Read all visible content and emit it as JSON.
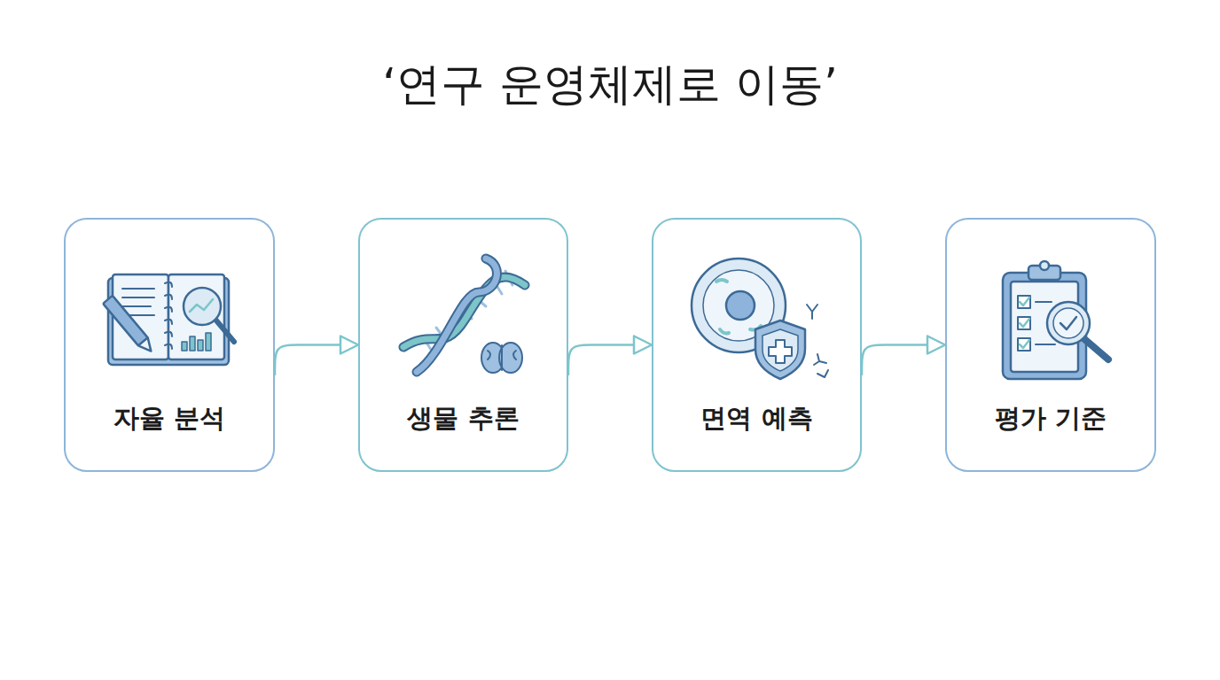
{
  "diagram": {
    "title": "‘연구 운영체제로 이동’",
    "nodes": [
      {
        "text": [
          "자율 분석"
        ]
      },
      {
        "text": [
          "생물 추론"
        ]
      },
      {
        "text": [
          "면역 예측"
        ]
      },
      {
        "text": [
          "평가 기준"
        ]
      }
    ],
    "edges": [
      {
        "from": 0,
        "to": 1,
        "arrow": "to"
      },
      {
        "from": 1,
        "to": 2,
        "arrow": "to"
      },
      {
        "from": 2,
        "to": 3,
        "arrow": "to"
      }
    ]
  }
}
